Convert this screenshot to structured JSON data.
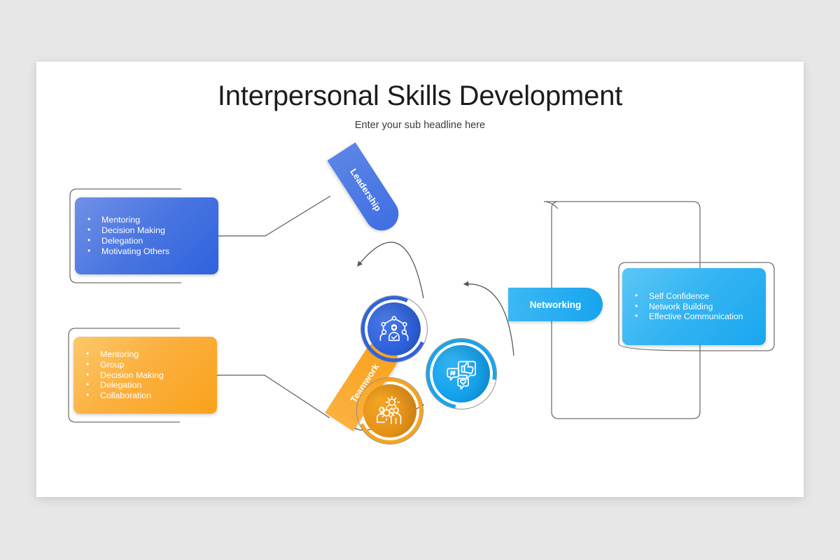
{
  "slide": {
    "title": "Interpersonal Skills Development",
    "subtitle": "Enter your sub headline here",
    "background_color": "#e8e7e7",
    "canvas_color": "#ffffff"
  },
  "branches": {
    "leadership": {
      "pill_label": "Leadership",
      "icon": "team-network-icon",
      "accent_color": "#2f62de",
      "items": [
        "Mentoring",
        "Decision Making",
        "Delegation",
        "Motivating Others"
      ]
    },
    "teamwork": {
      "pill_label": "Teamwork",
      "icon": "people-gears-icon",
      "accent_color": "#f9a21b",
      "items": [
        "Mentoring",
        "Group",
        "Decision Making",
        "Delegation",
        "Collaboration"
      ]
    },
    "networking": {
      "pill_label": "Networking",
      "icon": "social-media-icon",
      "accent_color": "#17a4ee",
      "items": [
        "Self Confidence",
        "Network Building",
        "Effective Communication"
      ]
    }
  },
  "center": {
    "icon": "social-media-icon",
    "accent_color": "#17a4ee"
  }
}
